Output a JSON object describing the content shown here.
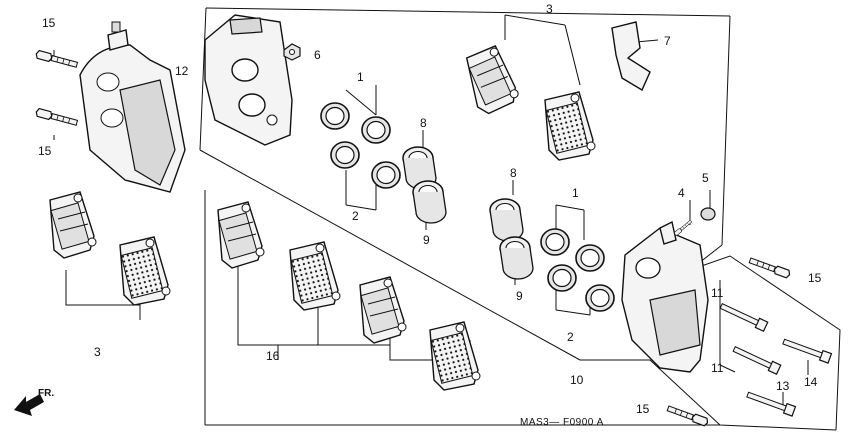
{
  "diagram": {
    "drawing_code": "MAS3— F0900 A",
    "direction_marker": "FR.",
    "callouts": {
      "c1a": "1",
      "c1b": "1",
      "c2a": "2",
      "c2b": "2",
      "c3a": "3",
      "c3b": "3",
      "c4": "4",
      "c5": "5",
      "c6": "6",
      "c7": "7",
      "c8a": "8",
      "c8b": "8",
      "c9a": "9",
      "c9b": "9",
      "c10": "10",
      "c11a": "11",
      "c11b": "11",
      "c12": "12",
      "c13": "13",
      "c14": "14",
      "c15a": "15",
      "c15b": "15",
      "c15c": "15",
      "c15d": "15",
      "c16": "16"
    }
  }
}
